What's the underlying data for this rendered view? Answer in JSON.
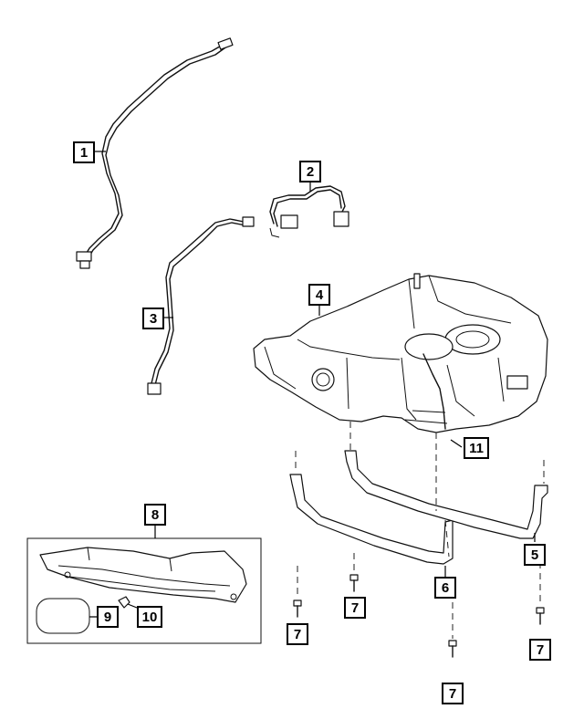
{
  "callouts": {
    "c1": "1",
    "c2": "2",
    "c3": "3",
    "c4": "4",
    "c5": "5",
    "c6": "6",
    "c7a": "7",
    "c7b": "7",
    "c7c": "7",
    "c7d": "7",
    "c8": "8",
    "c9": "9",
    "c10": "10",
    "c11": "11"
  }
}
